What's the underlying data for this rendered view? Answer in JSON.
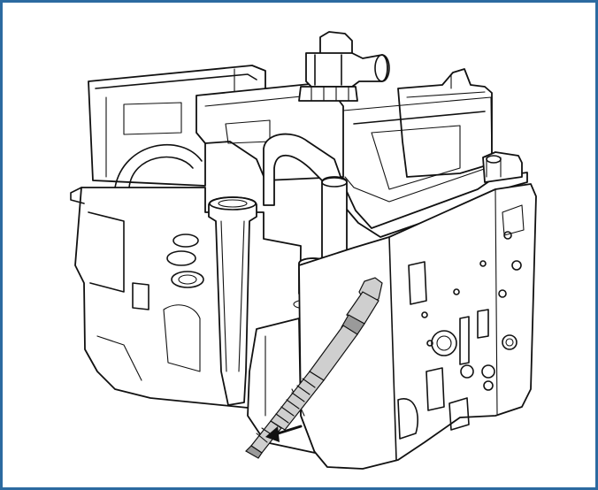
{
  "figure": {
    "subject": "cylinder-head",
    "tool": "thread-cutting-tap",
    "indicator": "arrow-pointing-left",
    "colors": {
      "frame": "#2c6aa0",
      "line": "#111111",
      "tool_fill": "#cfcfcf"
    }
  }
}
